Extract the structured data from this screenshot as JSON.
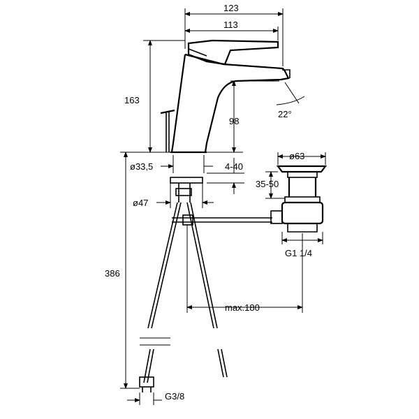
{
  "drawing": {
    "dimensions": {
      "overall_reach": "123",
      "spout_reach": "113",
      "total_height": "163",
      "spout_height": "98",
      "spout_angle": "22°",
      "drain_diameter": "ø63",
      "drain_height_range": "35-50",
      "drain_thread": "G1 1/4",
      "mounting_hole": "ø33,5",
      "deck_thickness": "4-40",
      "washer_diameter": "ø47",
      "hose_length": "386",
      "rod_reach": "max.180",
      "hose_thread": "G3/8"
    }
  }
}
